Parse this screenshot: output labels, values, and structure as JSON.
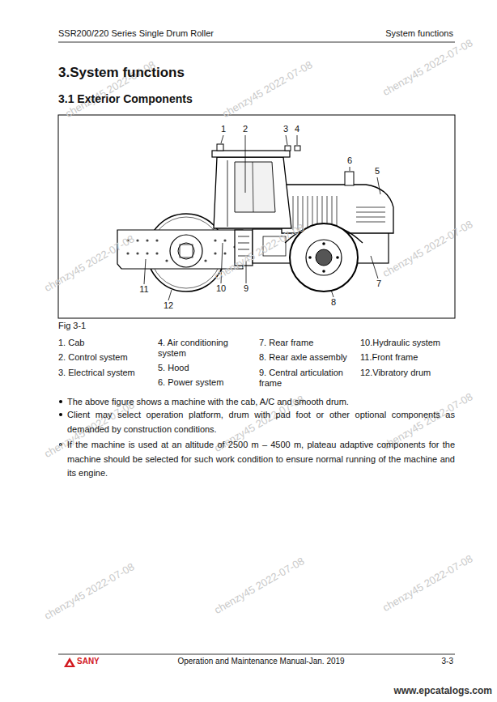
{
  "diagram": {
    "title": "3.System functions",
    "labels": [
      "SSR200/220 Series Single Drum Roller",
      "System functions",
      "3.1 Exterior Components",
      "1",
      "2",
      "3",
      "4",
      "5",
      "6",
      "7",
      "8",
      "9",
      "10",
      "11",
      "12",
      "Fig 3-1",
      "1. Cab",
      "2. Control system",
      "3. Electrical system",
      "4. Air conditioning system",
      "5. Hood",
      "6. Power system",
      "7. Rear frame",
      "8. Rear axle assembly",
      "9. Central articulation frame",
      "10.Hydraulic system",
      "11.Front frame",
      "12.Vibratory drum",
      "The above figure shows a machine with the cab, A/C and smooth drum.",
      "Client may select operation platform, drum with pad foot or other optional components as demanded by construction conditions.",
      "If the machine is used at an altitude of 2500 m – 4500 m, plateau adaptive components for the machine should be selected for such work condition to ensure normal running of the machine and its engine.",
      "SANY",
      "Operation and Maintenance Manual-Jan. 2019",
      "3-3",
      "www.epcatalogs.com",
      "chenzy45 2022-07-08",
      "chenzy45 2022-07-08",
      "chenzy45 2022-07-08",
      "chenzy45 2022-07-08",
      "chenzy45 2022-07-08",
      "chenzy45 2022-07-08",
      "chenzy45 2022-07-08",
      "chenzy45 2022-07-08",
      "chenzy45 2022-07-08",
      "chenzy45 2022-07-08",
      "chenzy45 2022-07-08",
      "chenzy45 2022-07-08"
    ]
  }
}
